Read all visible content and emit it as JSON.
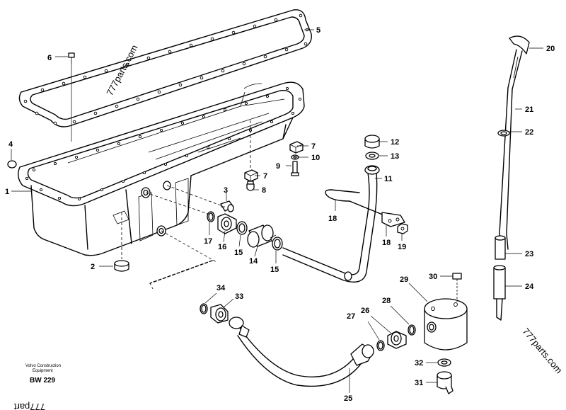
{
  "callouts": [
    "1",
    "2",
    "3",
    "4",
    "5",
    "6",
    "7",
    "7",
    "8",
    "9",
    "10",
    "11",
    "12",
    "13",
    "14",
    "15",
    "15",
    "16",
    "17",
    "18",
    "18",
    "19",
    "20",
    "21",
    "22",
    "23",
    "24",
    "25",
    "26",
    "27",
    "28",
    "29",
    "30",
    "31",
    "32",
    "33",
    "34"
  ],
  "watermarks": [
    "777parts.com",
    "777parts.com",
    "777part"
  ],
  "footer": {
    "line1": "Volvo Construction",
    "line2": "Equipment",
    "code": "BW 229"
  }
}
